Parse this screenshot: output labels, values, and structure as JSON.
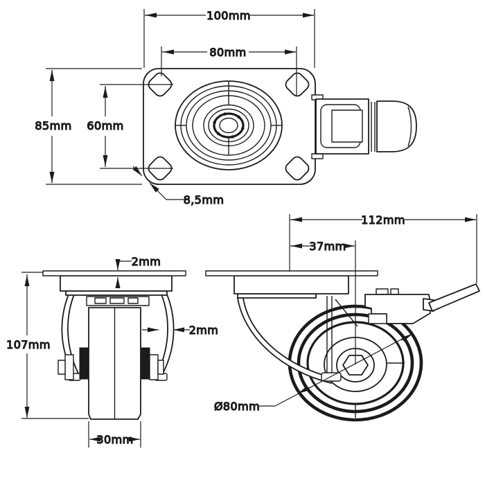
{
  "drawing": {
    "background": "#ffffff",
    "line_color": "#1b1b1b",
    "views": {
      "top": {
        "dims": {
          "plate_length": "100mm",
          "bolt_spacing_length": "80mm",
          "plate_width": "85mm",
          "bolt_spacing_width": "60mm",
          "bolt_hole": "8,5mm"
        }
      },
      "front": {
        "dims": {
          "plate_thickness": "2mm",
          "fork_thickness": "2mm",
          "overall_height": "107mm",
          "wheel_width": "30mm"
        }
      },
      "side": {
        "dims": {
          "overall_length": "112mm",
          "swivel_offset": "37mm",
          "wheel_diameter": "Ø80mm"
        }
      }
    }
  }
}
